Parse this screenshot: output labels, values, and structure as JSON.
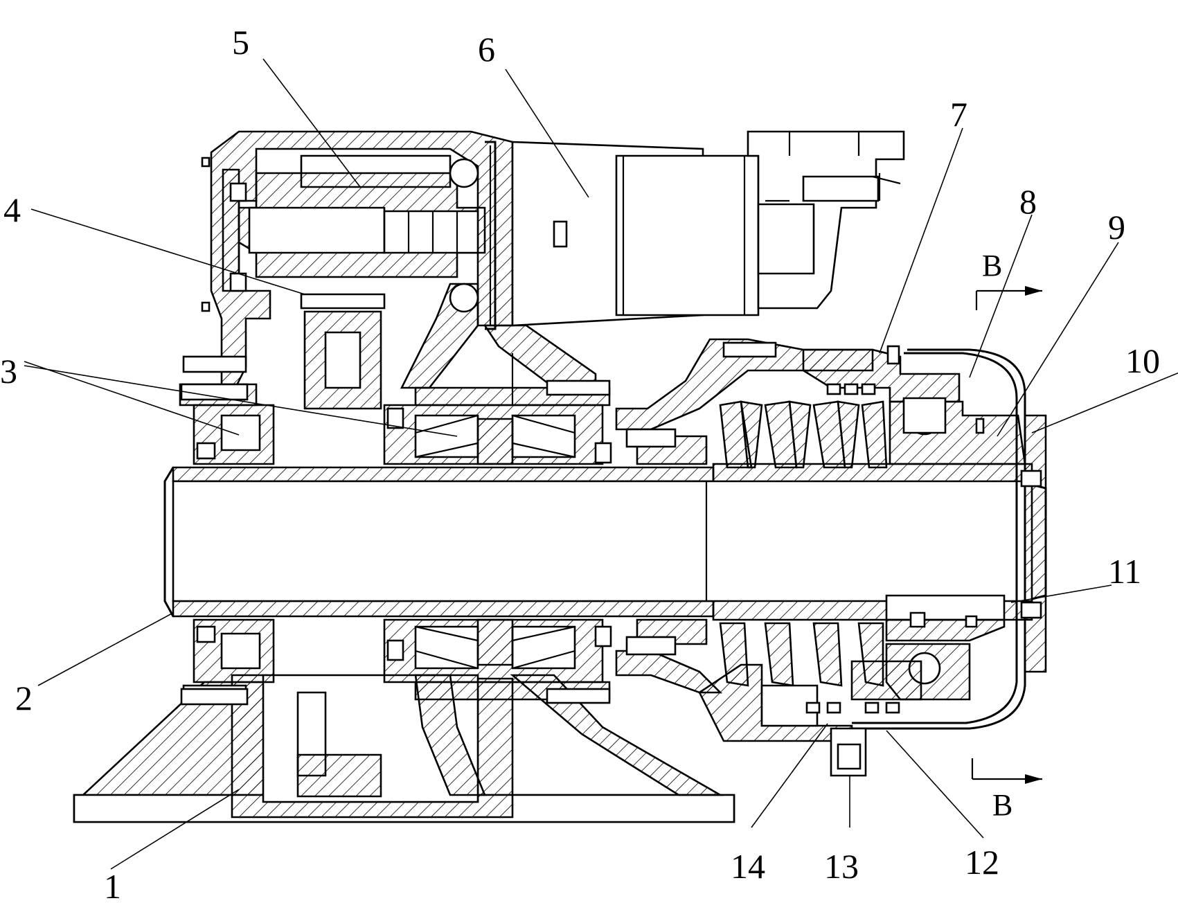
{
  "callouts": [
    "1",
    "2",
    "3",
    "4",
    "5",
    "6",
    "7",
    "8",
    "9",
    "10",
    "11",
    "12",
    "13",
    "14"
  ],
  "section_mark": "B",
  "colors": {
    "line": "#000000",
    "background": "#ffffff"
  }
}
